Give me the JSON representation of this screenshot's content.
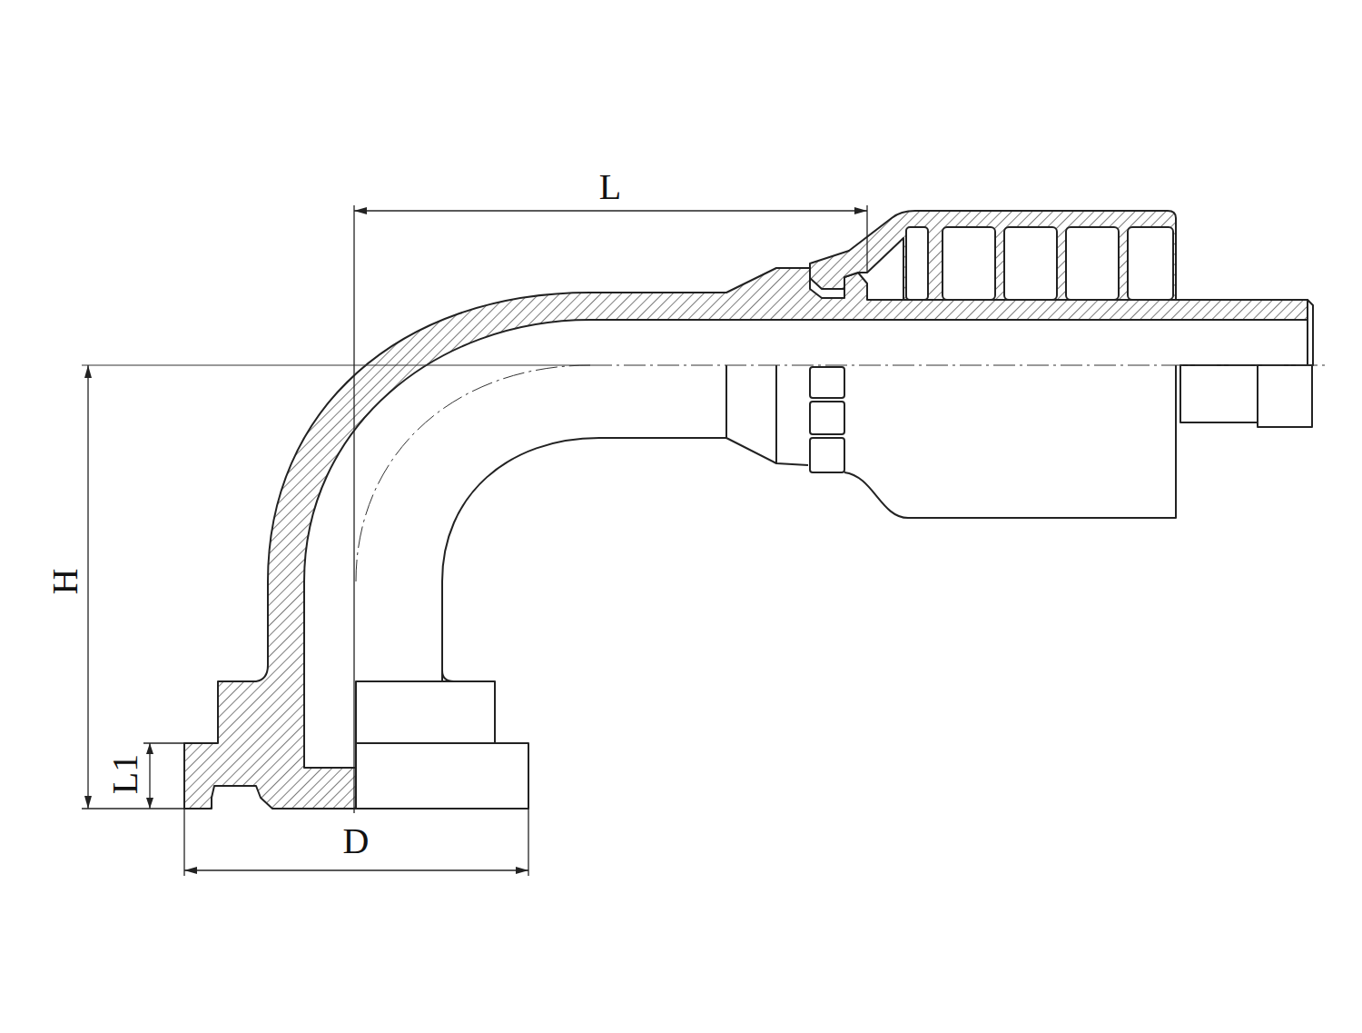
{
  "diagram": {
    "labels": [
      "L",
      "H",
      "L1",
      "D"
    ]
  }
}
